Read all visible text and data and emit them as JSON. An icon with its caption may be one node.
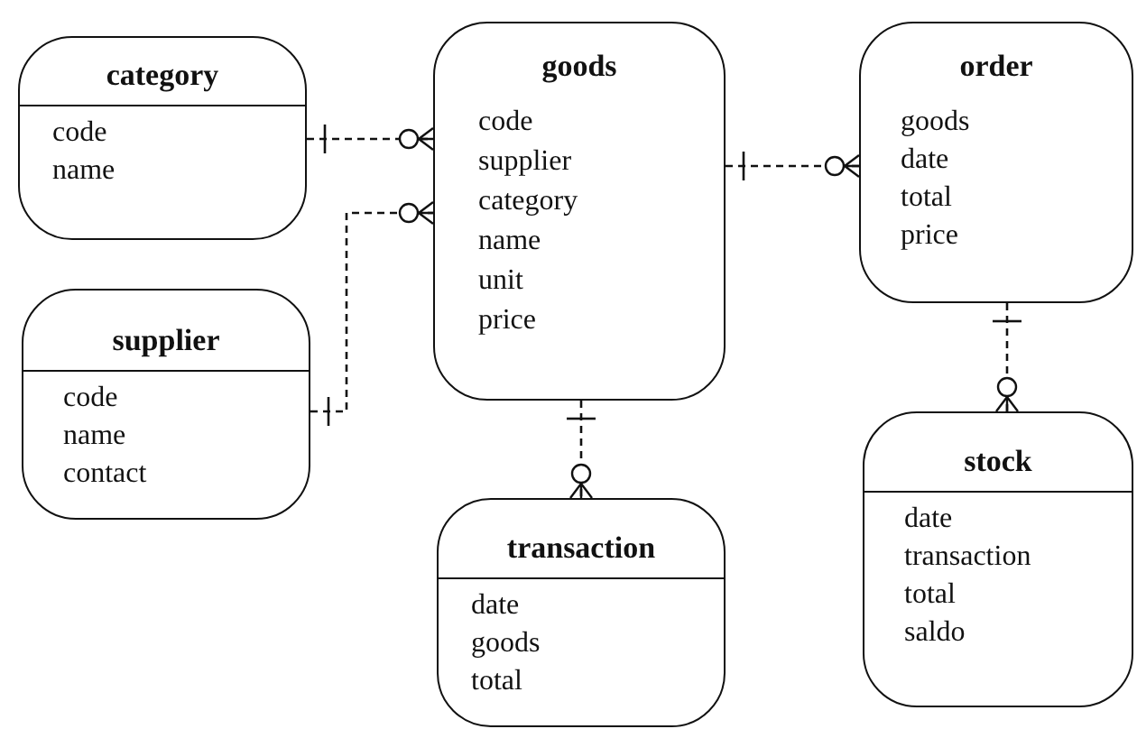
{
  "diagram": {
    "nodes": [
      {
        "text": [
          "category",
          "code",
          "name"
        ]
      },
      {
        "text": [
          "supplier",
          "code",
          "name",
          "contact"
        ]
      },
      {
        "text": [
          "goods",
          "code",
          "supplier",
          "category",
          "name",
          "unit",
          "price"
        ]
      },
      {
        "text": [
          "order",
          "goods",
          "date",
          "total",
          "price"
        ]
      },
      {
        "text": [
          "transaction",
          "date",
          "goods",
          "total"
        ]
      },
      {
        "text": [
          "stock",
          "date",
          "transaction",
          "total",
          "saldo"
        ]
      }
    ],
    "edges": [
      {
        "from": 0,
        "to": 2,
        "arrow": "other",
        "style": "dashed"
      },
      {
        "from": 1,
        "to": 2,
        "arrow": "other",
        "style": "dashed"
      },
      {
        "from": 2,
        "to": 3,
        "arrow": "other",
        "style": "dashed"
      },
      {
        "from": 2,
        "to": 4,
        "arrow": "other",
        "style": "dashed"
      },
      {
        "from": 3,
        "to": 5,
        "arrow": "other",
        "style": "dashed"
      }
    ]
  }
}
